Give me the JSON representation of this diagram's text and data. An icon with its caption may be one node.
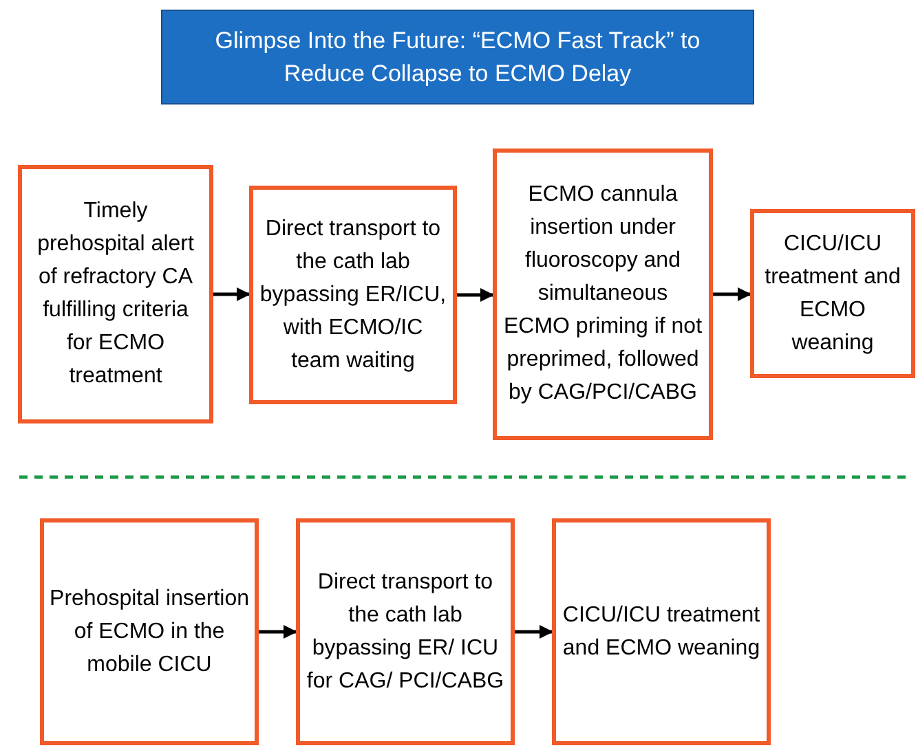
{
  "diagram": {
    "title": "Glimpse Into the Future: “ECMO Fast Track” to Reduce Collapse to ECMO Delay",
    "nodes": [
      {
        "text": [
          "Timely prehospital alert of refractory CA fulfilling criteria for ECMO treatment"
        ]
      },
      {
        "text": [
          "Direct transport to the cath lab bypassing ER/ICU, with ECMO/IC team waiting"
        ]
      },
      {
        "text": [
          "ECMO cannula insertion under fluoroscopy and simultaneous ECMO priming if not preprimed, followed by CAG/PCI/CABG"
        ]
      },
      {
        "text": [
          "CICU/ICU treatment and ECMO weaning"
        ]
      },
      {
        "text": [
          "Prehospital insertion of ECMO in the mobile CICU"
        ]
      },
      {
        "text": [
          "Direct transport to the cath lab bypassing ER/ ICU for CAG/ PCI/CABG"
        ]
      },
      {
        "text": [
          "CICU/ICU treatment and ECMO weaning"
        ]
      }
    ],
    "edges": [
      {
        "from": 0,
        "to": 1,
        "arrow": "to"
      },
      {
        "from": 1,
        "to": 2,
        "arrow": "to"
      },
      {
        "from": 2,
        "to": 3,
        "arrow": "to"
      },
      {
        "from": 4,
        "to": 5,
        "arrow": "to"
      },
      {
        "from": 5,
        "to": 6,
        "arrow": "to"
      }
    ]
  }
}
